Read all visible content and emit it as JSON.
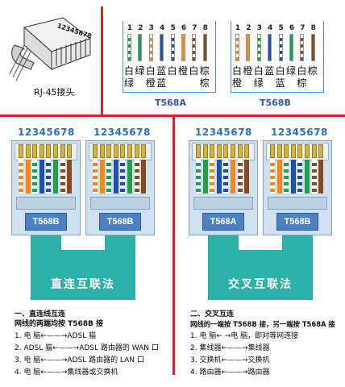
{
  "rj45": {
    "label": "RJ-45接头",
    "code": "12345678"
  },
  "pin_numbers": [
    "1",
    "2",
    "3",
    "4",
    "5",
    "6",
    "7",
    "8"
  ],
  "t568a": {
    "name": "T568A",
    "colors_line1": [
      "白",
      "绿",
      "白",
      "蓝",
      "白",
      "橙",
      "白",
      "棕"
    ],
    "colors_line2": [
      "绿",
      "",
      "橙",
      "蓝",
      "",
      "",
      "",
      "棕"
    ],
    "wires": [
      "#ffffff|#1aa14a",
      "#1aa14a",
      "#ffffff|#f08a1a",
      "#1e4fb5",
      "#ffffff|#1e4fb5",
      "#f08a1a",
      "#ffffff|#8a4a1e",
      "#8a4a1e"
    ]
  },
  "t568b": {
    "name": "T568B",
    "colors_line1": [
      "白",
      "橙",
      "白",
      "蓝",
      "白",
      "绿",
      "白",
      "棕"
    ],
    "colors_line2": [
      "橙",
      "",
      "绿",
      "",
      "蓝",
      "",
      "棕",
      ""
    ],
    "wires": [
      "#ffffff|#f08a1a",
      "#f08a1a",
      "#ffffff|#1aa14a",
      "#1e4fb5",
      "#ffffff|#1e4fb5",
      "#1aa14a",
      "#ffffff|#8a4a1e",
      "#8a4a1e"
    ]
  },
  "straight": {
    "nums_left": "12345678",
    "nums_right": "12345678",
    "tag_left": "T568B",
    "tag_right": "T568B",
    "title": "直连互联法"
  },
  "crossover": {
    "nums_left": "12345678",
    "nums_right": "12345678",
    "tag_left": "T568A",
    "tag_right": "T568B",
    "title": "交叉互联法"
  },
  "notes_straight": {
    "heading": "一、直连线互连",
    "subheading": "网线的两端均按 T568B 接",
    "items": [
      "1.  电    脑←——→ADSL 猫",
      "2.  ADSL 猫←——→ADSL 路由器的 WAN 口",
      "3.  电    脑←——→ADSL 路由器的 LAN 口",
      "4.  电    脑←——→集线器或交换机"
    ]
  },
  "notes_cross": {
    "heading": "二、交叉互连",
    "subheading": "网线的一端按 T568B 接，另一端按 T568A 接",
    "items": [
      "1.  电  脑←  →电  脑，即对等网连接",
      "2.  集线器←——→集线器",
      "3.  交换机←——→交换机",
      "4.  路由器←——→路由器"
    ]
  }
}
